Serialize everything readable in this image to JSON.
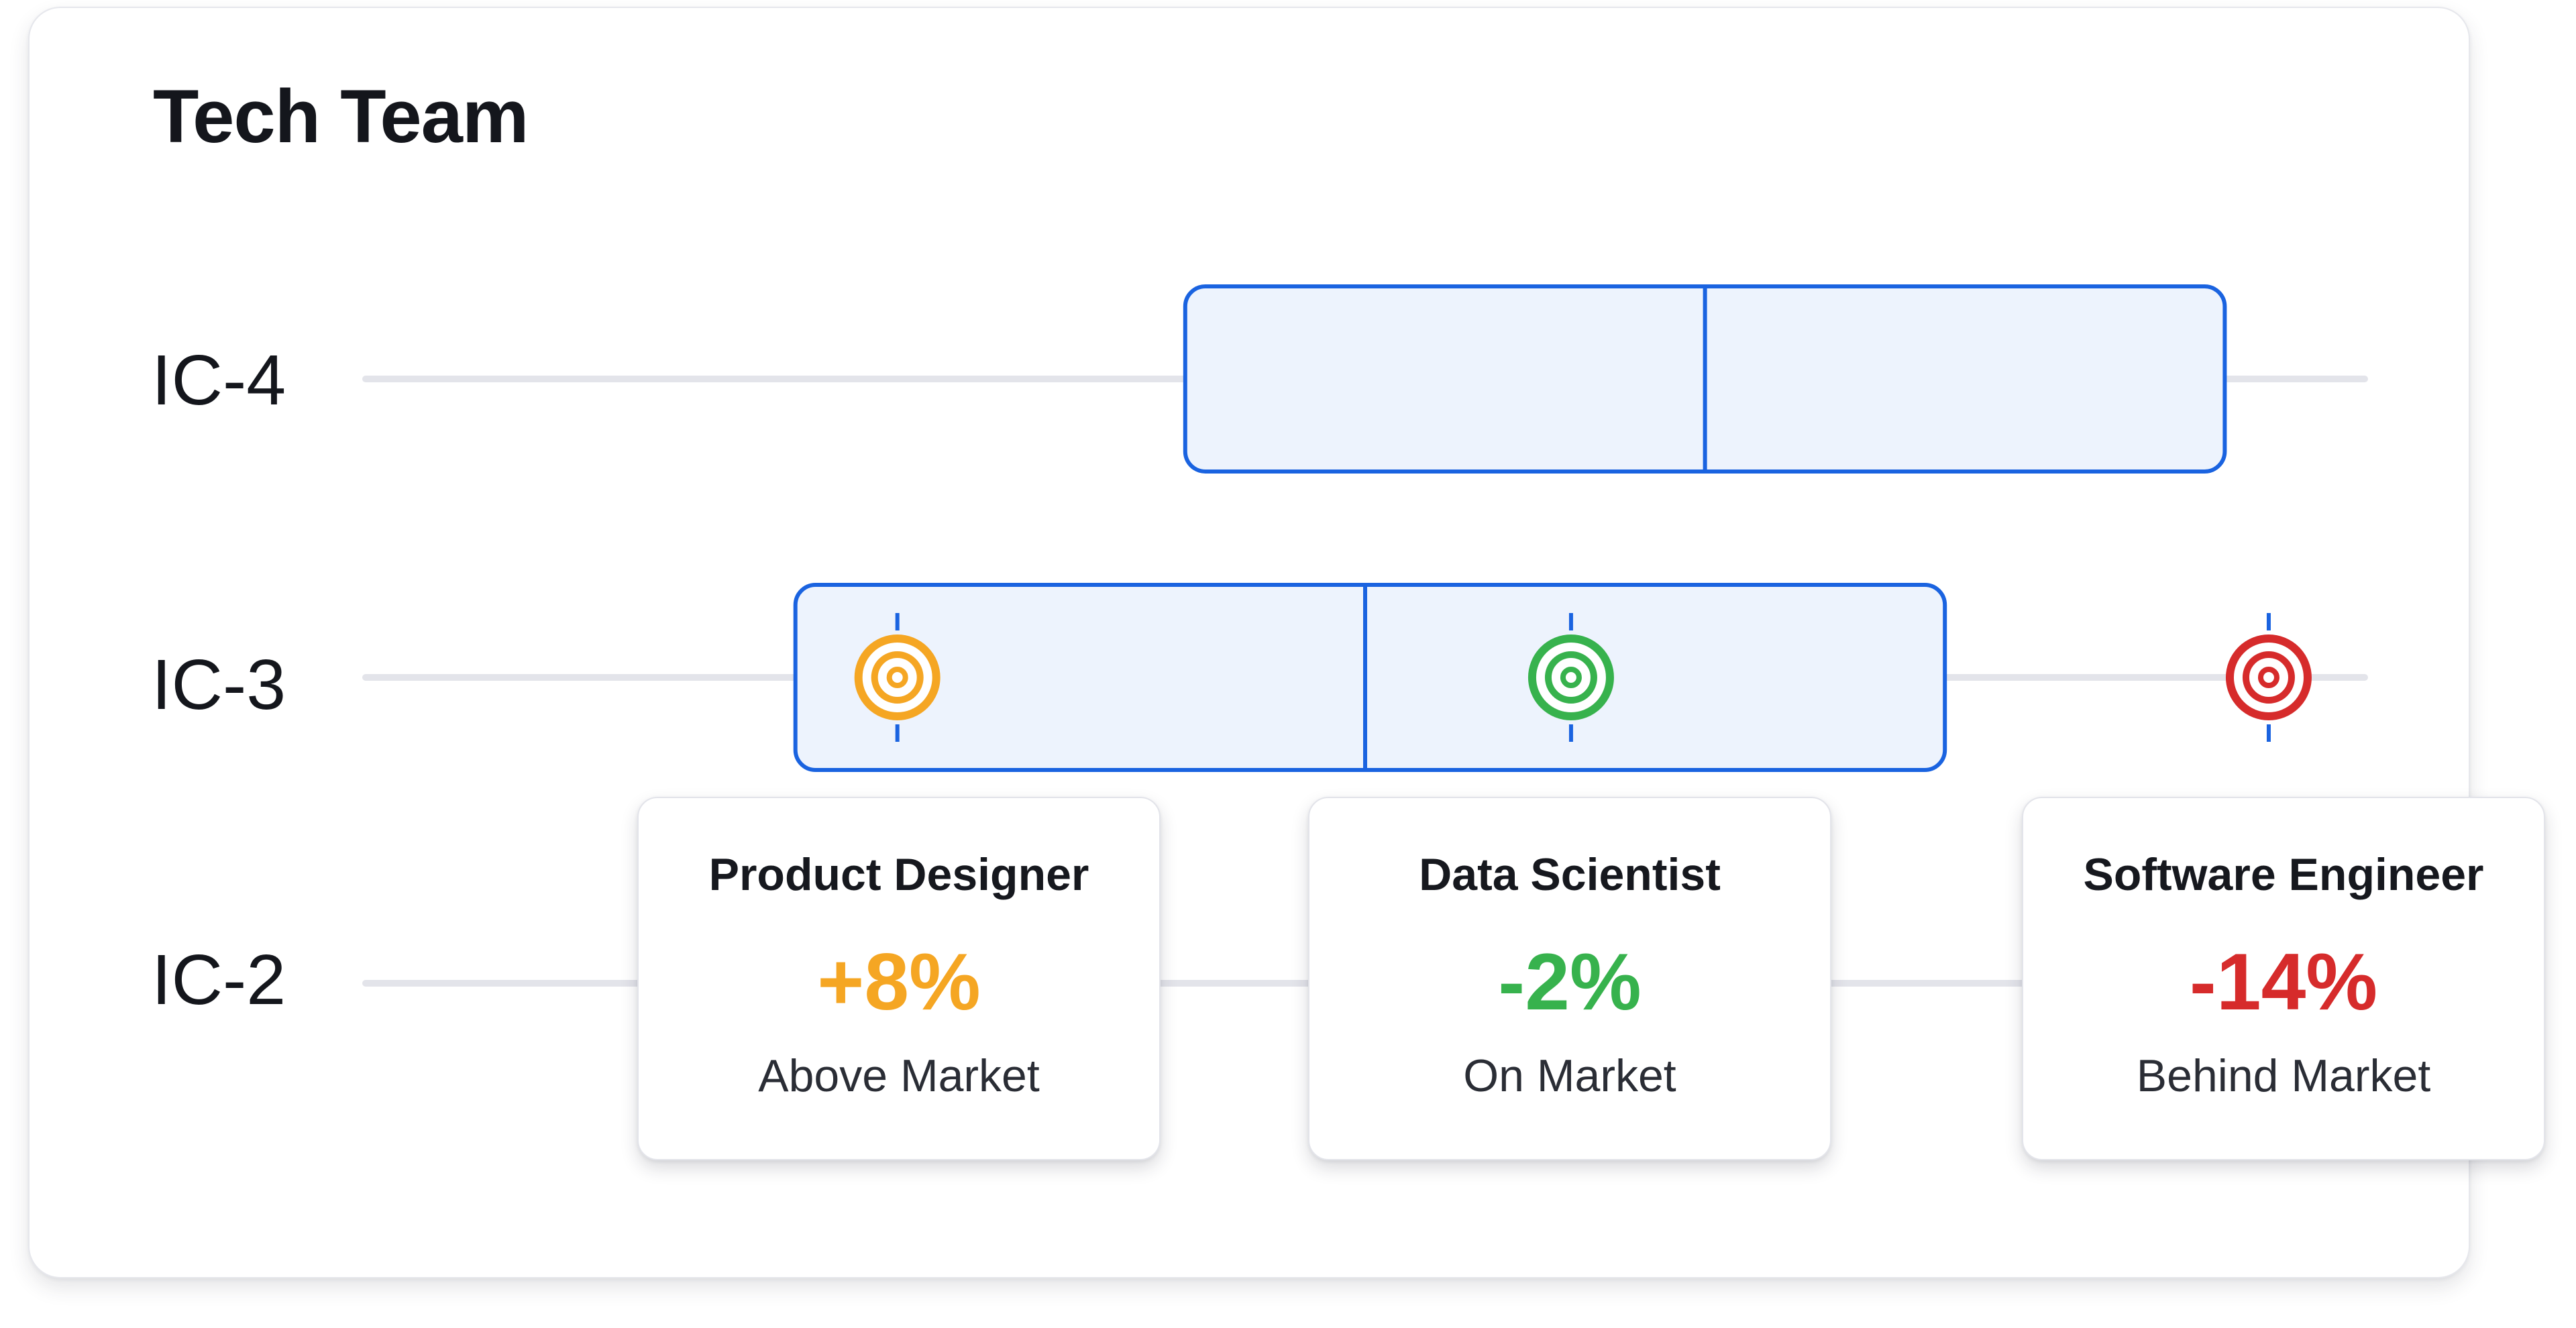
{
  "chart_data": {
    "type": "box",
    "title": "Tech Team",
    "levels": [
      "IC-4",
      "IC-3",
      "IC-2"
    ],
    "ranges": [
      {
        "level": "IC-4",
        "min": 0.41,
        "median": 0.67,
        "max": 0.93
      },
      {
        "level": "IC-3",
        "min": 0.215,
        "median": 0.5,
        "max": 0.79
      }
    ],
    "roles": [
      {
        "name": "Product Designer",
        "level": "IC-3",
        "position": 0.266,
        "delta": "+8%",
        "status": "Above Market",
        "color": "#f5a623"
      },
      {
        "name": "Data Scientist",
        "level": "IC-3",
        "position": 0.603,
        "delta": "-2%",
        "status": "On Market",
        "color": "#37b24d"
      },
      {
        "name": "Software Engineer",
        "level": "IC-3",
        "position": 0.952,
        "delta": "-14%",
        "status": "Behind Market",
        "color": "#d62b2b"
      }
    ]
  },
  "colors": {
    "range_stroke": "#1a63e0",
    "range_fill": "#edf3fd",
    "track": "#e3e4ea"
  }
}
